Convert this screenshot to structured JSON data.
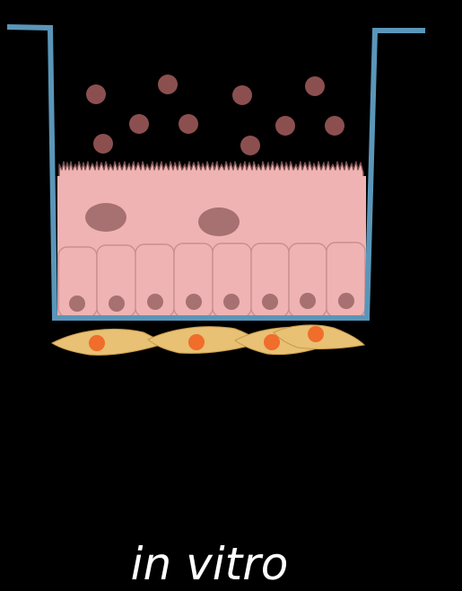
{
  "caption": "in vitro",
  "colors": {
    "background": "#000000",
    "well_wall": "#5a96b9",
    "epithelium": "#efb3b3",
    "cell_outline": "#c98f8f",
    "nucleus": "#a77071",
    "bacteria": "#8c4f4f",
    "fibroblast": "#e8c174",
    "fibroblast_nucleus": "#f06d2b",
    "caption_text": "#ffffff"
  },
  "icons": {
    "bacteria": "circle",
    "fibroblast": "spindle-cell"
  }
}
